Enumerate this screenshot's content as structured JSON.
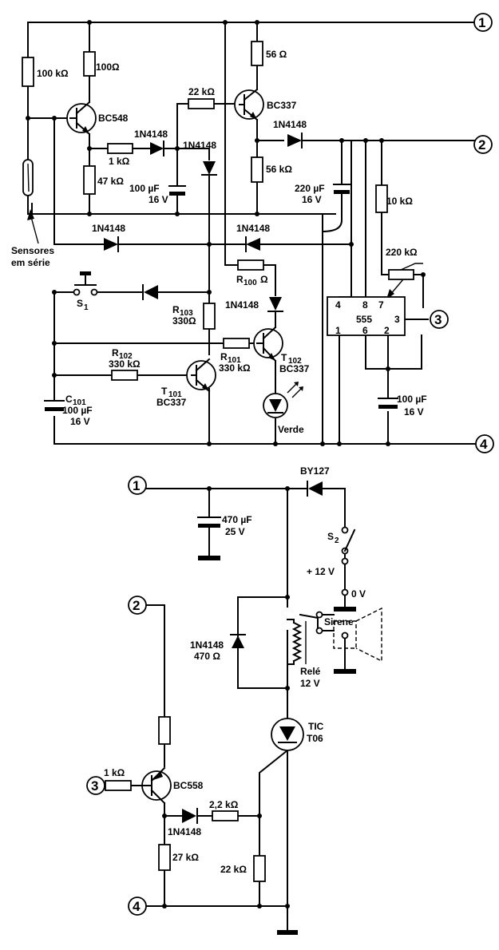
{
  "nodes": [
    "1",
    "2",
    "3",
    "4"
  ],
  "labels": {
    "r_100k": "100 kΩ",
    "r_100": "100Ω",
    "r_56_top": "56 Ω",
    "r_22k": "22 kΩ",
    "q_bc548": "BC548",
    "q_bc337_top": "BC337",
    "d_1n4148_a": "1N4148",
    "r_1k_a": "1 kΩ",
    "d_1n4148_b": "1N4148",
    "d_1n4148_c": "1N4148",
    "r_47k": "47 kΩ",
    "c_100u_a1": "100 µF",
    "c_100u_a2": "16 V",
    "r_56_mid": "56 kΩ",
    "c_220u1": "220 µF",
    "c_220u2": "16 V",
    "r_10k": "10 kΩ",
    "d_1n4148_d": "1N4148",
    "d_1n4148_e": "1N4148",
    "sensors1": "Sensores",
    "sensors2": "em série",
    "pot_220k": "220 kΩ",
    "r_100_r": "R",
    "r_100_sub": "100",
    "r_100_v": "Ω",
    "d_1n4148_f": "1N4148",
    "s1": "S",
    "s1_sub": "1",
    "r103": "R",
    "r103_sub": "103",
    "r103_v": "330Ω",
    "r101": "R",
    "r101_sub": "101",
    "r101_v": "330 kΩ",
    "r102": "R",
    "r102_sub": "102",
    "r102_v": "330 kΩ",
    "t102": "T",
    "t102_sub": "102",
    "t102_type": "BC337",
    "t101": "T",
    "t101_sub": "101",
    "t101_type": "BC337",
    "led": "Verde",
    "c101": "C",
    "c101_sub": "101",
    "c101_v1": "100 µF",
    "c101_v2": "16 V",
    "ic": "555",
    "ic_p4": "4",
    "ic_p8": "8",
    "ic_p7": "7",
    "ic_p3": "3",
    "ic_p1": "1",
    "ic_p6": "6",
    "ic_p2": "2",
    "c_100u_b1": "100 µF",
    "c_100u_b2": "16 V",
    "by127": "BY127",
    "c_470u1": "470 µF",
    "c_470u2": "25 V",
    "s2": "S",
    "s2_sub": "2",
    "v12": "+ 12 V",
    "v0": "0 V",
    "sirene": "Sirene",
    "d_relay1": "1N4148",
    "d_relay2": "470 Ω",
    "rele1": "Relé",
    "rele2": "12 V",
    "tic1": "TIC",
    "tic2": "T06",
    "r_1k_b": "1 kΩ",
    "q_bc558": "BC558",
    "r_2k2": "2,2 kΩ",
    "d_1n4148_g": "1N4148",
    "r_27k": "27 kΩ",
    "r_22k_b": "22 kΩ"
  }
}
